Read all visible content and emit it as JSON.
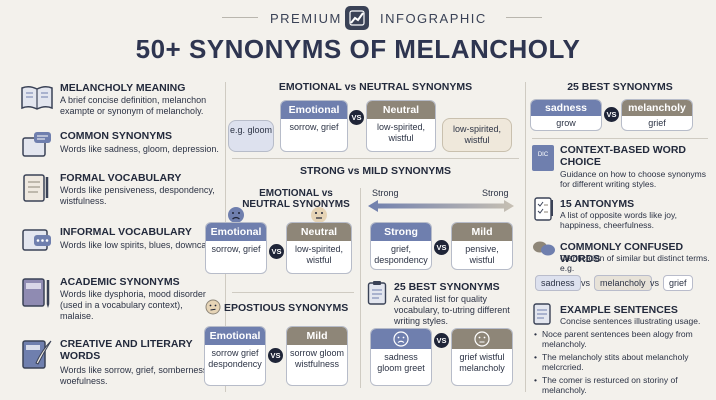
{
  "header": {
    "premium": "PREMIUM",
    "infographic": "INFOGRAPHIC",
    "title": "50+ SYNONYMS OF MELANCHOLY"
  },
  "left": [
    {
      "head": "MELANCHOLY MEANING",
      "desc": "A brief concise definition, melanchon exampte or synonym of melancholy.",
      "icon": "open-book-icon"
    },
    {
      "head": "COMMON SYNONYMS",
      "desc": "Words like sadness, gloom, depression.",
      "icon": "book-speech-icon"
    },
    {
      "head": "FORMAL VOCABULARY",
      "desc": "Words like pensiveness, despondency, wistfulness.",
      "icon": "notebook-pen-icon"
    },
    {
      "head": "INFORMAL VOCABULARY",
      "desc": "Words like low spirits, blues, downcast.",
      "icon": "chat-bubble-icon"
    },
    {
      "head": "ACADEMIC SYNONYMS",
      "desc": "Words like dysphoria, mood disorder (used in a vocabulary context), malaise.",
      "icon": "book-pencil-icon"
    },
    {
      "head": "CREATIVE AND LITERARY WORDS",
      "desc": "Words like sorrow, grief, somberness, woefulness.",
      "icon": "quill-book-icon"
    }
  ],
  "middle": {
    "emo_neutral_title": "EMOTIONAL vs NEUTRAL SYNONYMS",
    "eg_bubble": "e.g. gloom",
    "emo_card": {
      "hd": "Emotional",
      "bd": "sorrow, grief"
    },
    "neutral_card": {
      "hd": "Neutral",
      "bd": "low-spirited, wistful"
    },
    "neutral_bubble": "low-spirited, wistful",
    "strong_mild_title": "STRONG vs MILD SYNONYMS",
    "sub_emo_title": "EMOTIONAL vs NEUTRAL SYNONYMS",
    "sub_emo_card": {
      "hd": "Emotional",
      "bd": "sorrow, grief"
    },
    "sub_neutral_card": {
      "hd": "Neutral",
      "bd": "low-spirited, wistful"
    },
    "strong_label": "Strong",
    "strong_label2": "Strong",
    "strong_card": {
      "hd": "Strong",
      "bd": "grief, despondency"
    },
    "mild_card": {
      "hd": "Mild",
      "bd": "pensive, wistful"
    },
    "epostious_title": "EPOSTIOUS SYNONYMS",
    "epo_emo_card": {
      "hd": "Emotional",
      "bd": "sorrow grief despondency"
    },
    "epo_mild_card": {
      "hd": "Mild",
      "bd": "sorrow gloom wistfulness"
    },
    "best25_title": "25 BEST SYNONYMS",
    "best25_desc": "A curated list for quality vocabulary, to-utring different writing styles.",
    "sad_card": {
      "bd": "sadness gloom greet"
    },
    "grief_card": {
      "bd": "grief wistful melancholy"
    },
    "vs": "VS"
  },
  "right": {
    "best25_title": "25 BEST SYNONYMS",
    "sad_card": {
      "hd": "sadness",
      "bd": "grow"
    },
    "mel_card": {
      "hd": "melancholy",
      "bd": "grief"
    },
    "context_head": "CONTEXT-BASED WORD CHOICE",
    "context_desc": "Guidance on how to choose synonyms for different writing styles.",
    "dic_label": "DIC",
    "antonyms_head": "15 ANTONYMS",
    "antonyms_desc": "A list of opposite words like joy, happiness, cheerfulness.",
    "confused_head": "COMMONLY CONFUSED WORDS",
    "confused_desc": "Clarification of similar but distinct terms. e.g.",
    "pill_sadness": "sadness",
    "pill_vs": "vs",
    "pill_melancholy": "melancholy",
    "pill_vs2": "vs",
    "pill_grief": "grief",
    "examples_head": "EXAMPLE SENTENCES",
    "examples_desc": "Concise sentences illustrating usage.",
    "examples": [
      "Noce parent sentences been alogy from melancholy.",
      "The melancholy stits about melancholy melcrcried.",
      "The comer is resturced on storiny of melancholy."
    ]
  }
}
